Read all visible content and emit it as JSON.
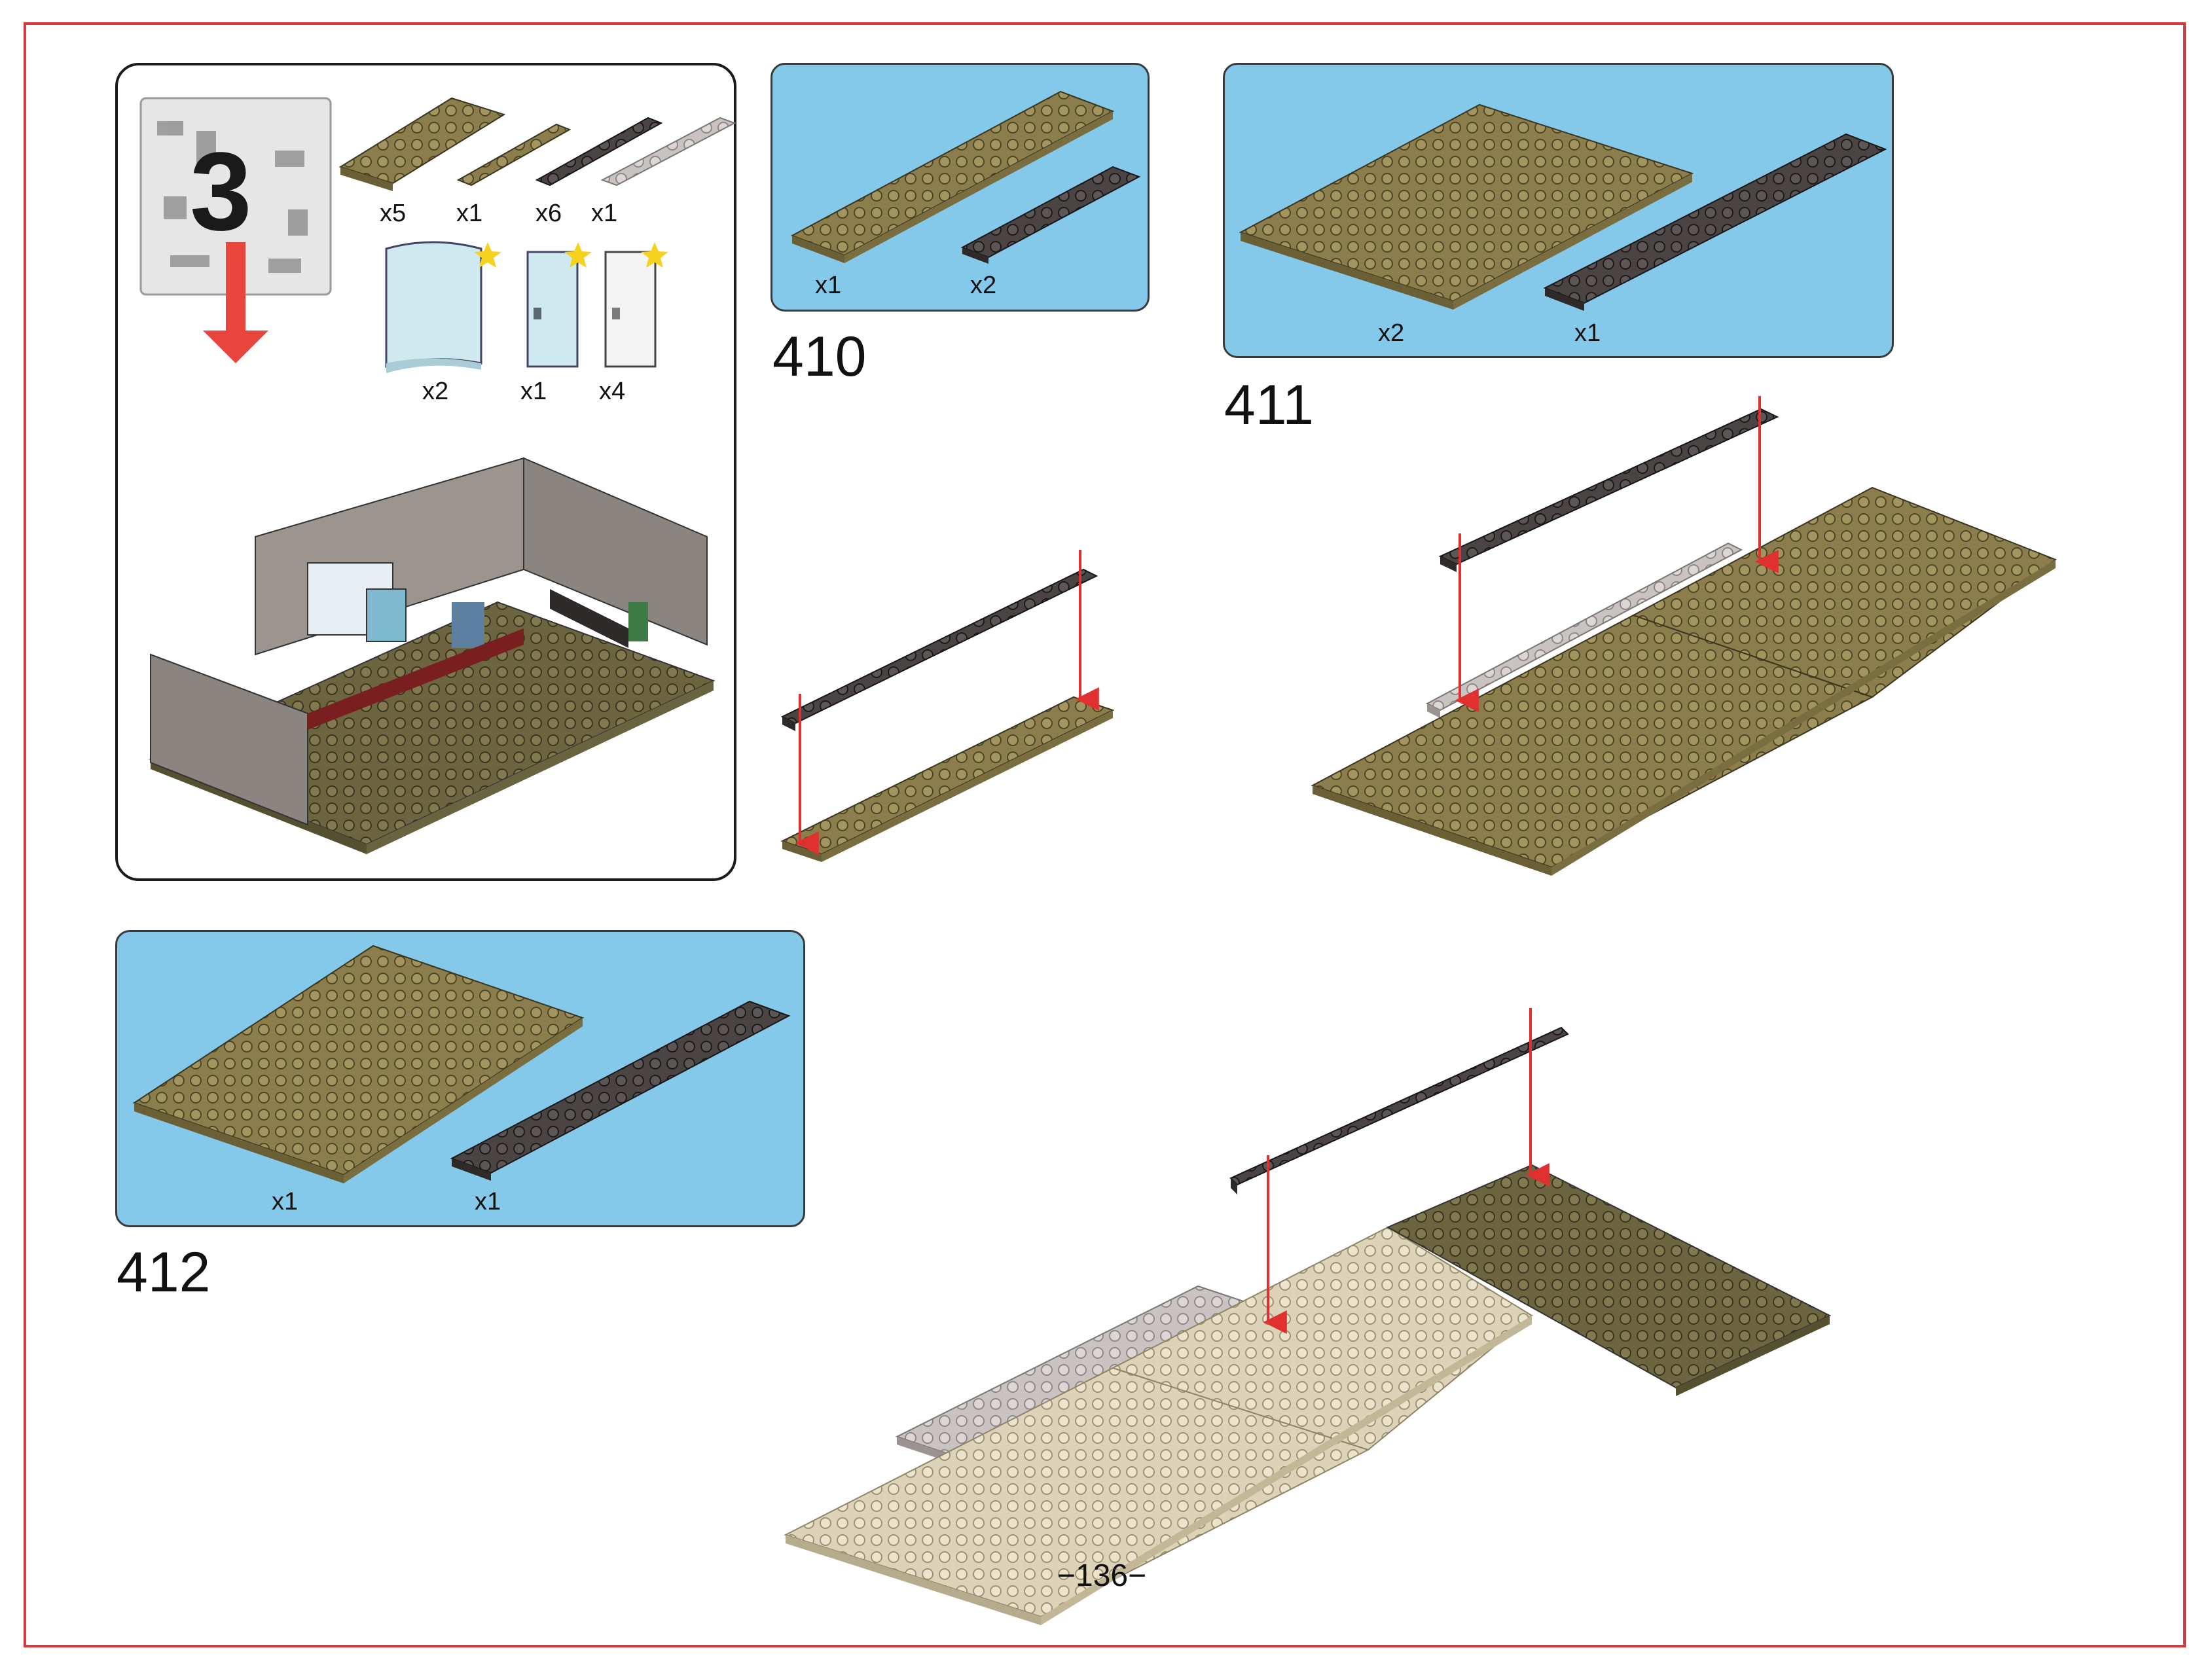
{
  "page_number": "−136−",
  "bag": {
    "number": "3"
  },
  "bag_panel": {
    "quantities": [
      "x5",
      "x1",
      "x6",
      "x1",
      "x2",
      "x1",
      "x4"
    ]
  },
  "steps": [
    {
      "number": "410",
      "quantities": [
        "x1",
        "x2"
      ]
    },
    {
      "number": "411",
      "quantities": [
        "x2",
        "x1"
      ]
    },
    {
      "number": "412",
      "quantities": [
        "x1",
        "x1"
      ]
    }
  ],
  "colors": {
    "frame": "#d8393a",
    "callout_blue": "#84c9ea",
    "tan_dark": "#8b7d4c",
    "dark_gray": "#4a4444",
    "light_gray": "#c9c3c1",
    "tan_light": "#ddd3b8",
    "arrow_red": "#e03030",
    "star": "#f4d21e"
  }
}
